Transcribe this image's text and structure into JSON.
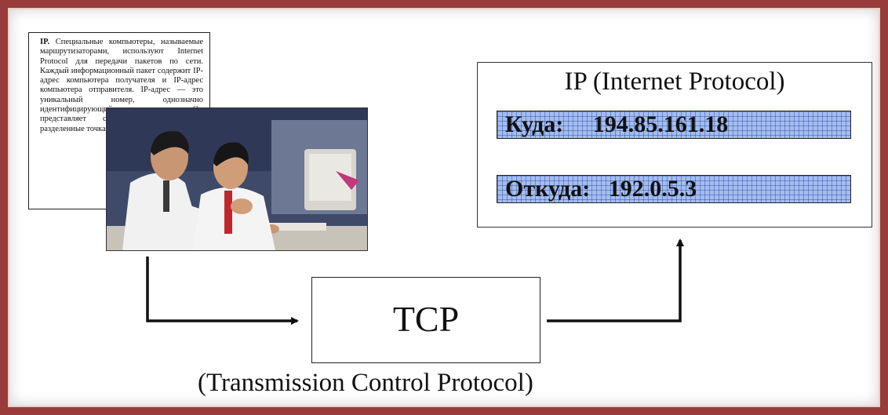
{
  "document_text": {
    "lead": "IP.",
    "body": "Специальные компьютеры, называемые маршрутизаторами, используют Internet Protocol для передачи пакетов по сети. Каждый информационный пакет содержит IP-адрес компьютера получателя и IP-адрес компьютера отправителя. IP-адрес — это уникальный номер, однозначно идентифицирующий компьютер в сети. Он представляет собой четыре числа, разделенные точками."
  },
  "photo": {
    "description_icon": "people-at-computer-photo"
  },
  "ip_box": {
    "title": "IP (Internet Protocol)",
    "to_label": "Куда:",
    "to_value": "194.85.161.18",
    "from_label": "Откуда:",
    "from_value": "192.0.5.3"
  },
  "tcp_box": {
    "label": "TCP",
    "caption": "(Transmission Control Protocol)"
  },
  "colors": {
    "frame": "#9a3b3b",
    "band_fill": "#a4bdf1",
    "band_grid": "#28468f"
  }
}
